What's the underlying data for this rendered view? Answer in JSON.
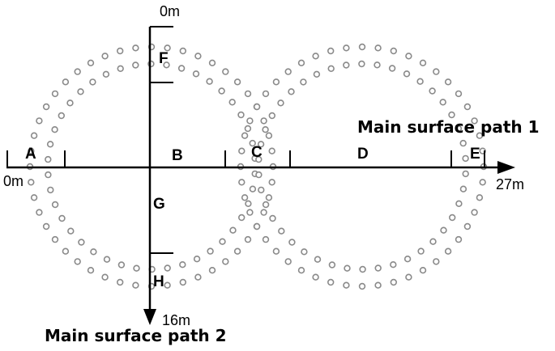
{
  "path1": {
    "title": "Main surface path 1",
    "start_label": "0m",
    "end_label": "27m",
    "segments": [
      "A",
      "B",
      "C",
      "D",
      "E"
    ]
  },
  "path2": {
    "title": "Main surface path 2",
    "start_label": "0m",
    "end_label": "16m",
    "segments": [
      "F",
      "G",
      "H"
    ]
  },
  "colors": {
    "line": "#000000",
    "hole_stroke": "#8a8a8a"
  }
}
